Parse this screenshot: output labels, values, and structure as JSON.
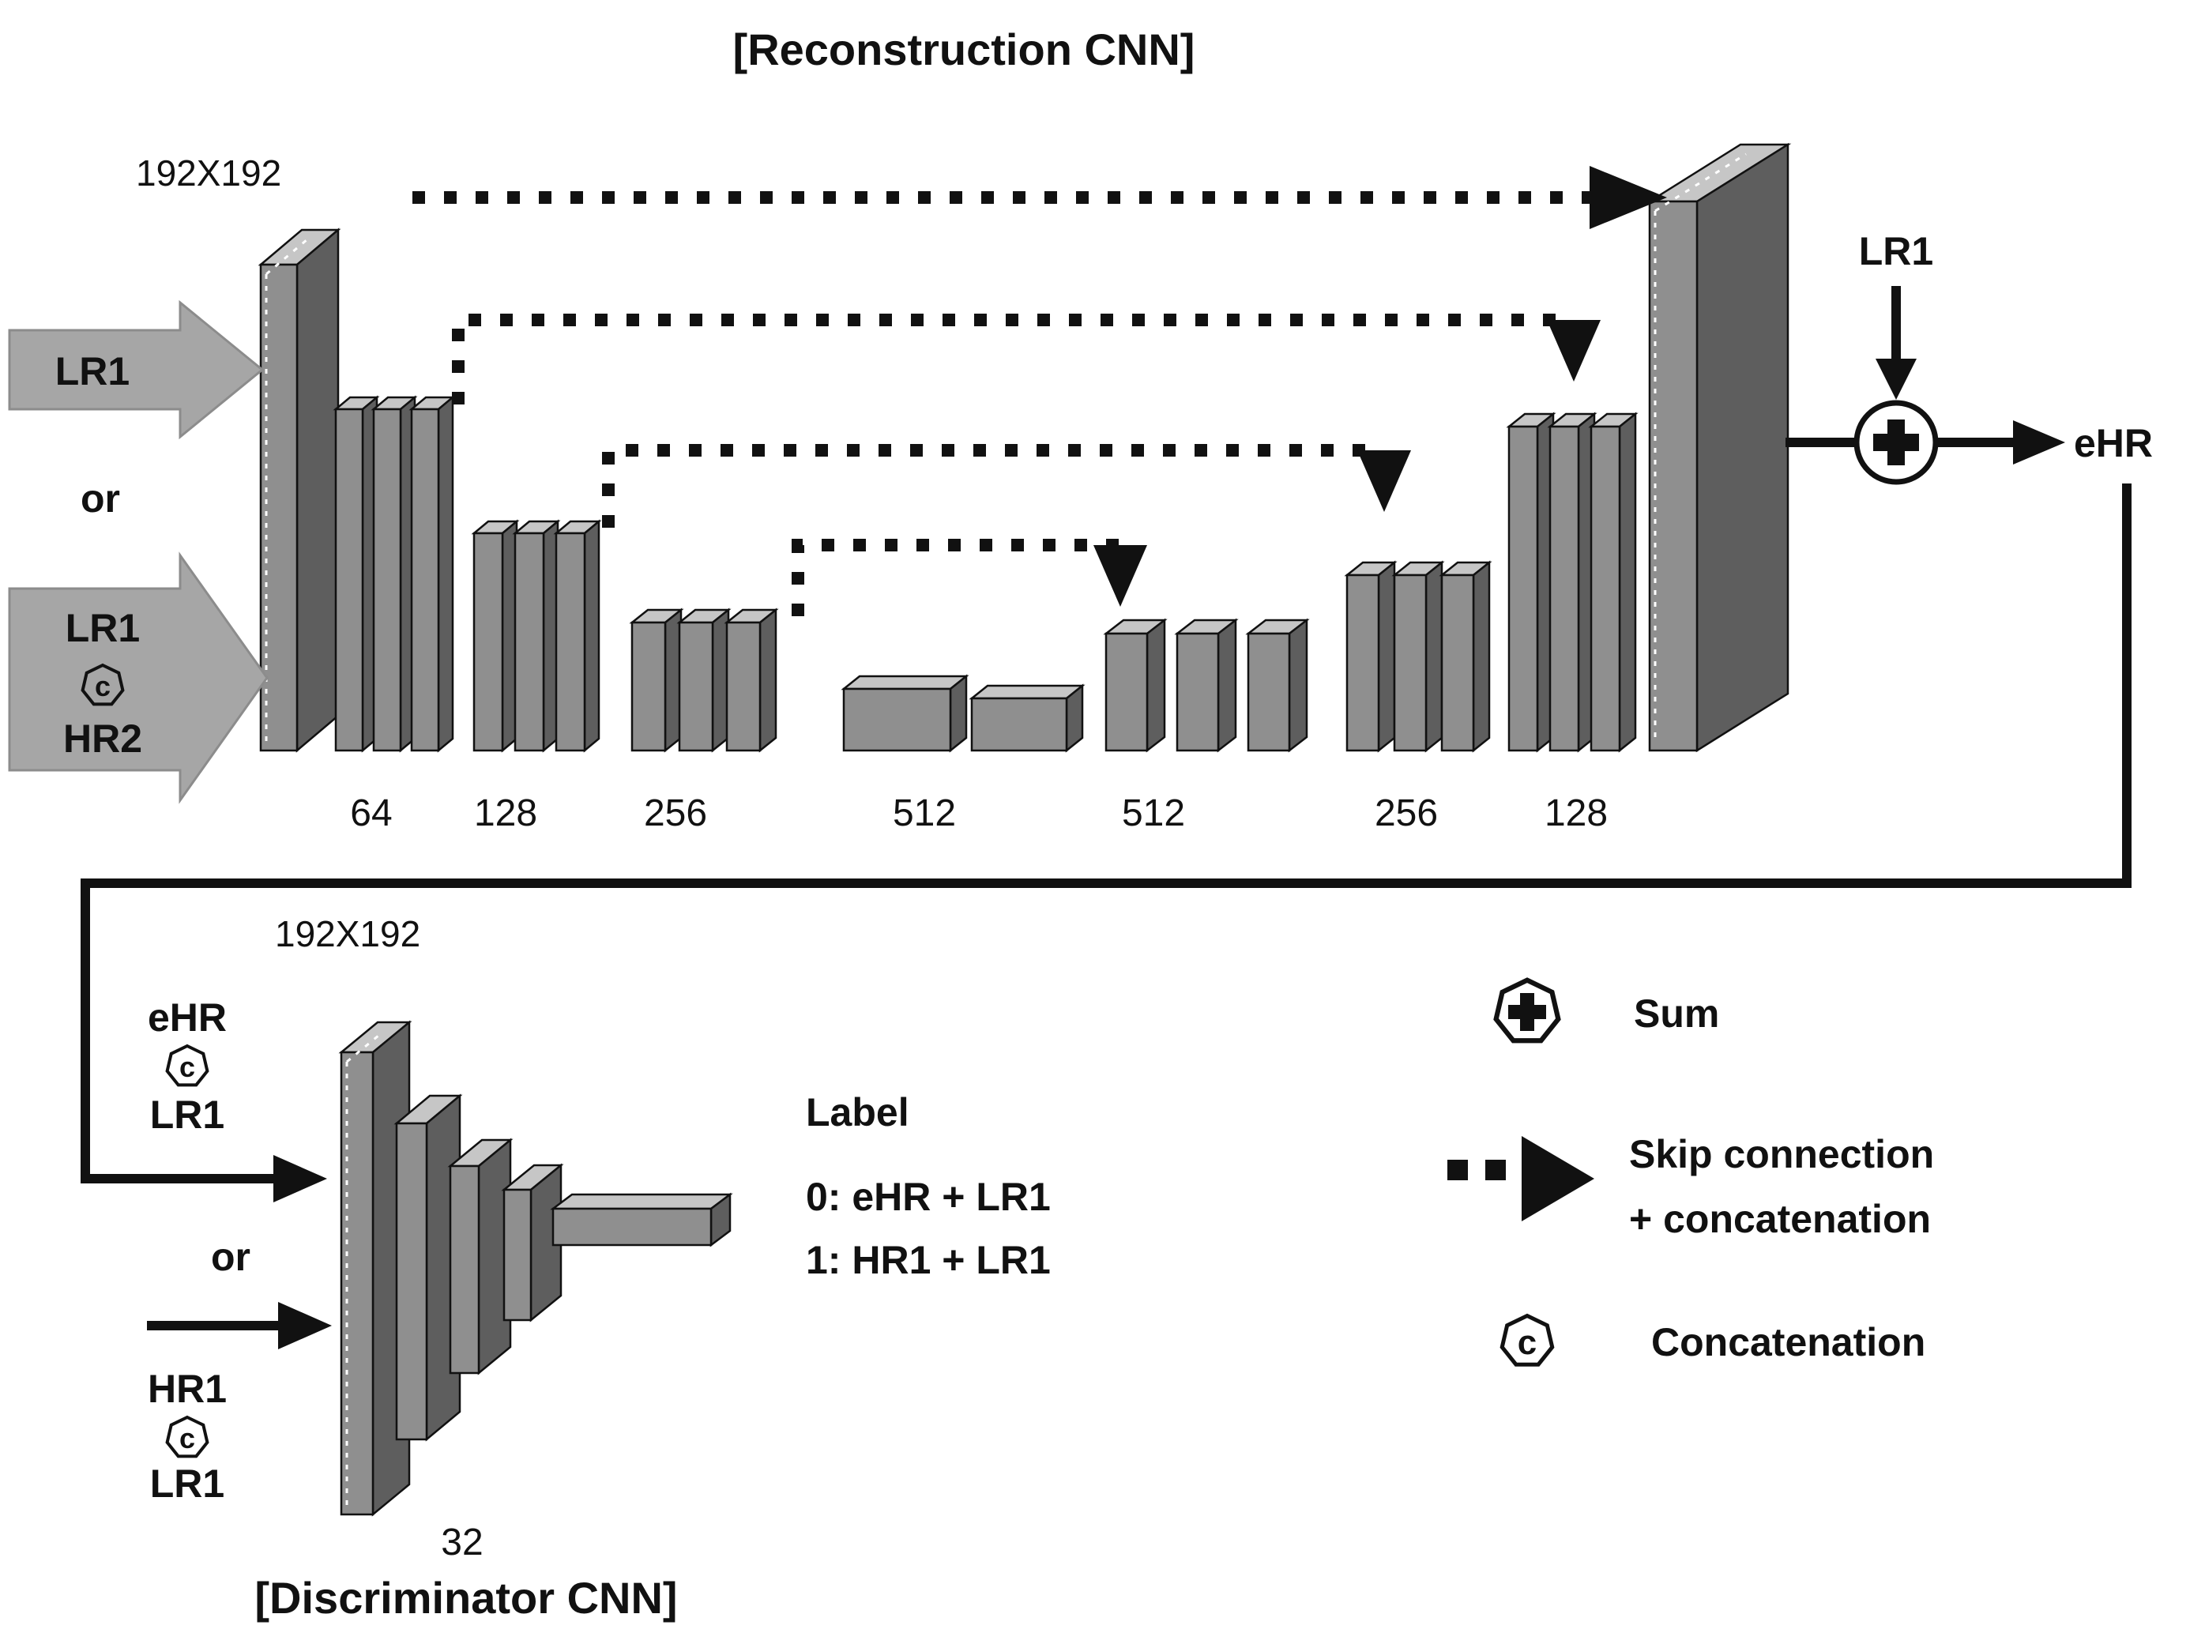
{
  "colors": {
    "slab_front": "#8f8f8f",
    "slab_top": "#c6c6c6",
    "slab_side": "#5e5e5e",
    "block_arrow": "#a6a6a6",
    "block_arrow_edge": "#8c8c8c",
    "line": "#111111"
  },
  "reconstruction": {
    "title": "[Reconstruction CNN]",
    "input_size_label": "192X192",
    "input_option1": "LR1",
    "or_label": "or",
    "input_option2_line1": "LR1",
    "input_option2_line2": "HR2",
    "channel_labels": [
      "64",
      "128",
      "256",
      "512",
      "512",
      "256",
      "128"
    ],
    "residual_input_label": "LR1",
    "output_label": "eHR"
  },
  "discriminator": {
    "title": "[Discriminator CNN]",
    "input_size_label": "192X192",
    "final_label": "32",
    "input_option1_line1": "eHR",
    "input_option1_line2": "LR1",
    "or_label": "or",
    "input_option2_line1": "HR1",
    "input_option2_line2": "LR1",
    "label_heading": "Label",
    "label_line0": "0: eHR + LR1",
    "label_line1": "1: HR1 + LR1"
  },
  "legend": {
    "sum_label": "Sum",
    "skip_label_line1": "Skip connection",
    "skip_label_line2": "+ concatenation",
    "concat_label": "Concatenation",
    "concat_symbol": "c"
  }
}
